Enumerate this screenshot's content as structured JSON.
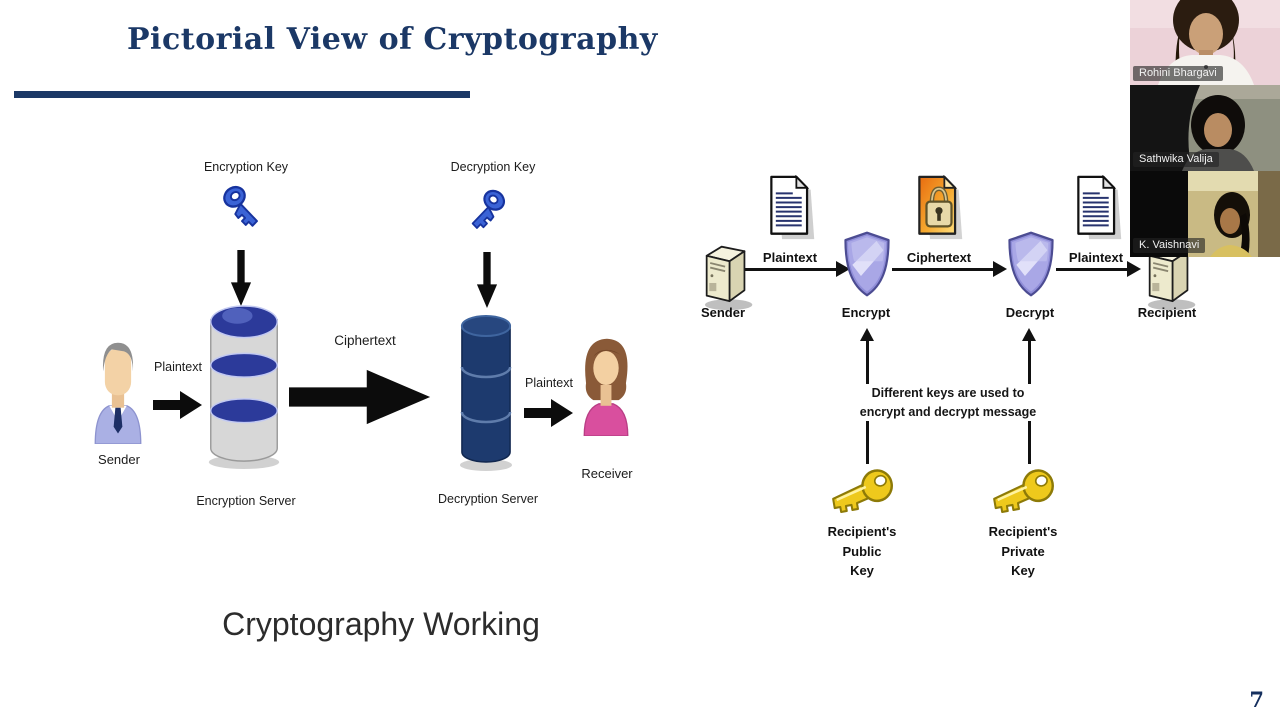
{
  "slide": {
    "title": "Pictorial View of Cryptography",
    "caption": "Cryptography Working",
    "page_number": "7"
  },
  "left_diagram": {
    "encryption_key": "Encryption Key",
    "decryption_key": "Decryption Key",
    "sender": "Sender",
    "plaintext_in": "Plaintext",
    "ciphertext": "Ciphertext",
    "encryption_server": "Encryption Server",
    "decryption_server": "Decryption Server",
    "plaintext_out": "Plaintext",
    "receiver": "Receiver"
  },
  "right_diagram": {
    "sender": "Sender",
    "plaintext_in": "Plaintext",
    "encrypt": "Encrypt",
    "ciphertext": "Ciphertext",
    "decrypt": "Decrypt",
    "plaintext_out": "Plaintext",
    "recipient": "Recipient",
    "note_line1": "Different keys are used to",
    "note_line2": "encrypt and decrypt message",
    "public_key": [
      "Recipient's",
      "Public",
      "Key"
    ],
    "private_key": [
      "Recipient's",
      "Private",
      "Key"
    ]
  },
  "participants": [
    {
      "name": "Rohini Bhargavi"
    },
    {
      "name": "Sathwika Valija"
    },
    {
      "name": "K. Vaishnavi"
    }
  ],
  "colors": {
    "title_navy": "#1b3866",
    "diagram_key_blue": "#3b63d6",
    "server_band_blue": "#2c3a9a",
    "decryption_server_navy": "#1d3a6e",
    "shield_purple": "#8f8dd8",
    "ciphertext_orange": "#f0921e",
    "key_yellow": "#eec91c",
    "receiver_pink": "#d94f9e",
    "arrow_black": "#0c0c0c"
  }
}
